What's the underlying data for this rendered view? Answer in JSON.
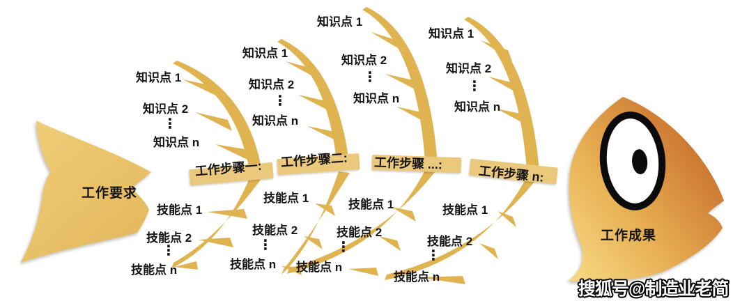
{
  "diagram_title": "fishbone-work-steps-diagram",
  "tail": {
    "label": "工作要求"
  },
  "head": {
    "label": "工作成果"
  },
  "spine": {
    "steps": [
      {
        "label": "工作步骤一:"
      },
      {
        "label": "工作步骤二:"
      },
      {
        "label": "工作步骤 ...:"
      },
      {
        "label": "工作步骤 n:"
      }
    ]
  },
  "top_groups": [
    {
      "items": [
        "知识点 1",
        "知识点 2",
        "⋮",
        "知识点 n"
      ]
    },
    {
      "items": [
        "知识点 1",
        "知识点 2",
        "⋮",
        "知识点 n"
      ]
    },
    {
      "items": [
        "知识点 1",
        "知识点 2",
        "⋮",
        "知识点 n"
      ]
    },
    {
      "items": [
        "知识点 1",
        "知识点 2",
        "⋮",
        "知识点 n"
      ]
    }
  ],
  "bottom_groups": [
    {
      "items": [
        "技能点 1",
        "技能点 2",
        "⋮",
        "技能点 n"
      ]
    },
    {
      "items": [
        "技能点 1",
        "技能点 2",
        "⋮",
        "技能点 n"
      ]
    },
    {
      "items": [
        "技能点 1",
        "技能点 2",
        "⋮",
        "技能点 n"
      ]
    },
    {
      "items": [
        "技能点 1",
        "技能点 2",
        "⋮",
        "技能点 n"
      ]
    }
  ],
  "watermark": {
    "text": "搜狐号@制造业老简"
  },
  "colors": {
    "bone_gold": "#E0B351",
    "spine_bar": "#EBC97C",
    "tail_gold": "#E9C368",
    "head_light": "#F6D67F",
    "head_mid": "#E7AE52",
    "head_dark": "#C9722E",
    "text": "#141414",
    "eye_white": "#FFFFFF",
    "eye_black": "#0B0B0B"
  }
}
